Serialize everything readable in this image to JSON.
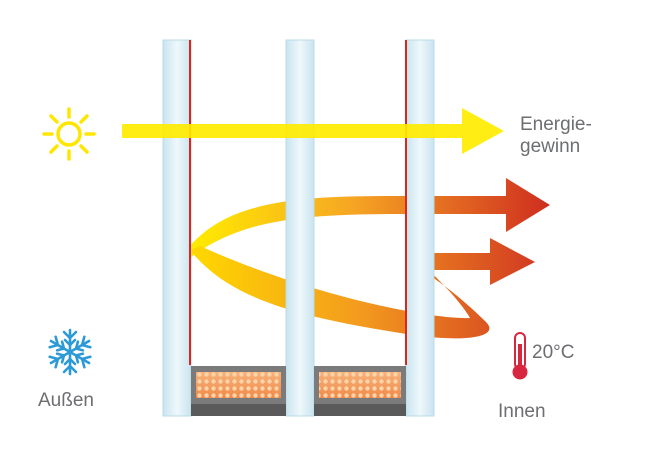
{
  "labels": {
    "energy_line1": "Energie-",
    "energy_line2": "gewinn",
    "outside": "Außen",
    "inside": "Innen",
    "temperature": "20°C"
  },
  "icons": {
    "sun": "sun-icon",
    "snowflake": "snowflake-icon",
    "thermometer": "thermometer-icon"
  },
  "colors": {
    "sun_yellow": "#ffe600",
    "arrow_yellow": "#ffec00",
    "arrow_orange": "#f29a1f",
    "arrow_red": "#d33a22",
    "glass": "#d7ecf4",
    "coating_red": "#e2231a",
    "snow_blue": "#2c9ad6",
    "thermo_red": "#d7263d",
    "text_gray": "#6d6e71"
  }
}
